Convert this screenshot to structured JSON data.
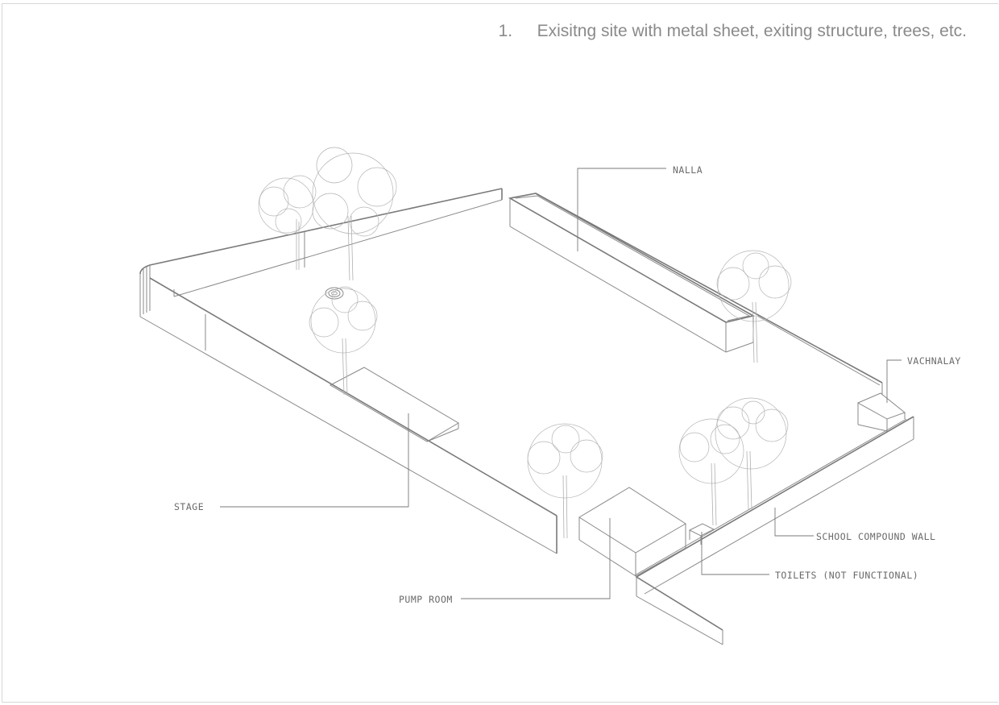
{
  "title": {
    "number": "1.",
    "text": "Exisitng site with metal sheet, exiting structure, trees, etc."
  },
  "labels": {
    "nalla": "NALLA",
    "vachnalay": "VACHNALAY",
    "stage": "STAGE",
    "school_compound_wall": "SCHOOL COMPOUND WALL",
    "toilets": "TOILETS (NOT FUNCTIONAL)",
    "pump_room": "PUMP ROOM"
  }
}
